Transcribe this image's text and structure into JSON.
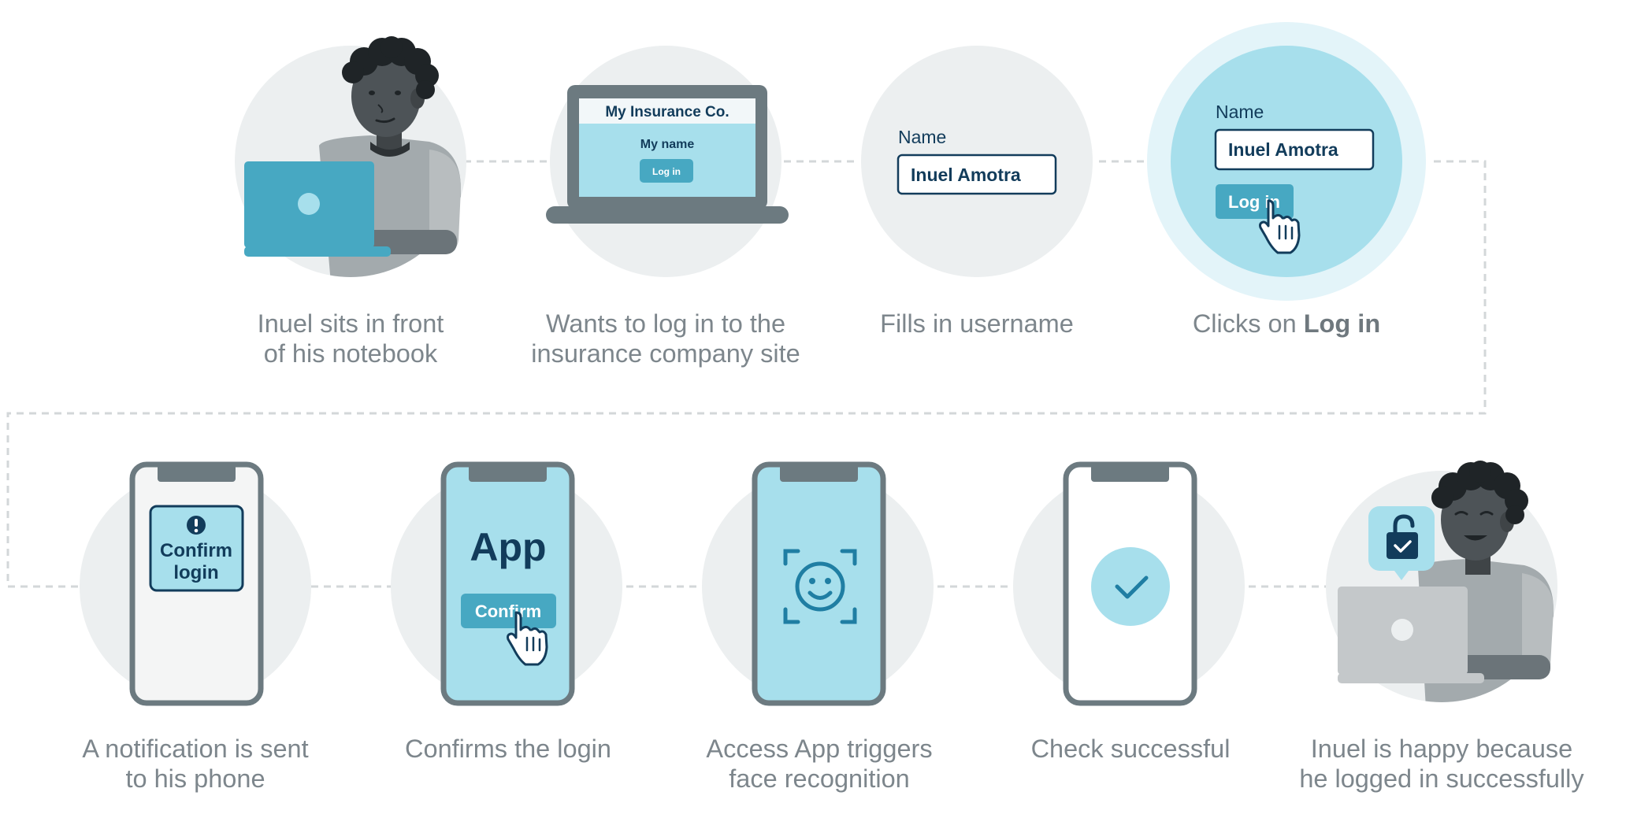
{
  "colors": {
    "circle_bg": "#eceff0",
    "accent_teal": "#47a8c2",
    "light_blue": "#a7dfec",
    "pale_blue": "#e3f4f9",
    "dark_navy": "#123c5b",
    "device_gray": "#6c7a80",
    "connector": "#d3d7d9",
    "caption": "#7d868c"
  },
  "steps": [
    {
      "id": 1,
      "caption_lines": [
        "Inuel sits in front",
        "of his notebook"
      ]
    },
    {
      "id": 2,
      "caption_lines": [
        "Wants to log in to the",
        "insurance company site"
      ],
      "screen": {
        "site_title": "My Insurance Co.",
        "name_label": "My name",
        "button_label": "Log in"
      }
    },
    {
      "id": 3,
      "caption_lines": [
        "Fills in username"
      ],
      "form": {
        "label": "Name",
        "value": "Inuel Amotra"
      }
    },
    {
      "id": 4,
      "caption_prefix": "Clicks on ",
      "caption_bold": "Log in",
      "form": {
        "label": "Name",
        "value": "Inuel Amotra",
        "button_label": "Log in"
      }
    },
    {
      "id": 5,
      "caption_lines": [
        "A notification is sent",
        "to his phone"
      ],
      "phone": {
        "alert_line1": "Confirm",
        "alert_line2": "login"
      }
    },
    {
      "id": 6,
      "caption_lines": [
        "Confirms the login"
      ],
      "phone": {
        "app_title": "App",
        "button_label": "Confirm"
      }
    },
    {
      "id": 7,
      "caption_lines": [
        "Access App triggers",
        "face recognition"
      ]
    },
    {
      "id": 8,
      "caption_lines": [
        "Check successful"
      ]
    },
    {
      "id": 9,
      "caption_lines": [
        "Inuel is happy because",
        "he logged in successfully"
      ]
    }
  ],
  "icons": [
    "person-icon",
    "laptop-icon",
    "cursor-hand-icon",
    "alert-icon",
    "face-scan-icon",
    "checkmark-icon",
    "unlock-icon"
  ]
}
